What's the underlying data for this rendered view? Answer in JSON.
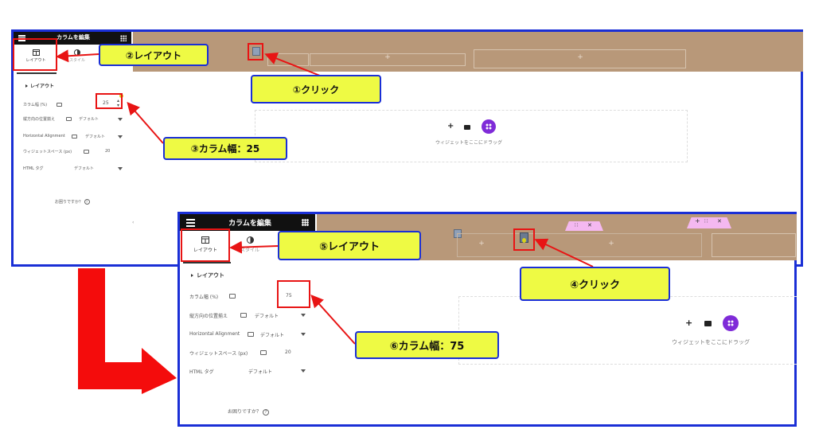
{
  "panel": {
    "title": "カラムを編集",
    "tab_layout": "レイアウト",
    "tab_style": "スタイル",
    "section": "レイアウト",
    "help": "お困りですか？",
    "fields": {
      "col_width": "カラム幅 (%)",
      "vertical_align": "縦方向の位置揃え",
      "horizontal_align": "Horizontal Alignment",
      "widget_space": "ウィジェットスペース (px)",
      "html_tag": "HTML タグ"
    },
    "default_value": "デフォルト",
    "widget_space_value": "20",
    "width_before": "25",
    "width_after": "75"
  },
  "canvas": {
    "plus": "+",
    "drop_text": "ウィジェットをここにドラッグ",
    "handle_close": "✕"
  },
  "callouts": {
    "c1": "①クリック",
    "c2": "②レイアウト",
    "c3": "③カラム幅：25",
    "c4": "④クリック",
    "c5": "⑤レイアウト",
    "c6": "⑥カラム幅：75"
  },
  "colors": {
    "frame_border": "#1a2fd6",
    "callout_fill": "#eefa44",
    "highlight": "#e81414",
    "section_bg": "#b89879",
    "accent": "#7f2bd8"
  }
}
